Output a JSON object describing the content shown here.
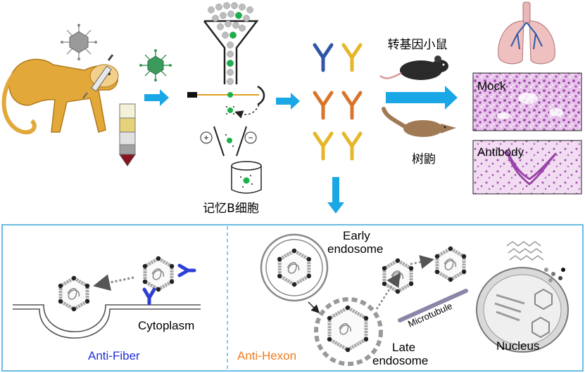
{
  "top_row": {
    "memory_b_cells_label": "记忆B细胞",
    "transgenic_mice_label": "转基因小鼠",
    "tree_shrew_label": "树鼩",
    "mock_label": "Mock",
    "antibody_label": "Antibody"
  },
  "bottom_panel": {
    "anti_fiber_label": "Anti-Fiber",
    "anti_hexon_label": "Anti-Hexon",
    "cytoplasm_label": "Cytoplasm",
    "early_endosome_label_1": "Early",
    "early_endosome_label_2": "endosome",
    "late_endosome_label_1": "Late",
    "late_endosome_label_2": "endosome",
    "microtubule_label": "Microtubule",
    "nucleus_label": "Nucleus"
  },
  "colors": {
    "arrow_blue": "#1aa7e6",
    "panel_border": "#3aa6d8",
    "anti_fiber_blue": "#1f2fd6",
    "anti_hexon_orange": "#f07b1e",
    "antibody_blue": "#2f55a8",
    "antibody_yellow": "#e6b628",
    "antibody_orange": "#d9752a",
    "tissue_purple": "#b05ab8",
    "virus_gray": "#9a9a9a",
    "virus_green": "#3c9a5c",
    "bead_green": "#1cb14b"
  },
  "icons": [
    "monkey",
    "syringe",
    "virus-gray",
    "virus-green",
    "blood-tube",
    "microfluidic-sorter",
    "antibody",
    "mouse",
    "tree-shrew",
    "lungs",
    "tissue-section",
    "endosome",
    "nucleus"
  ]
}
